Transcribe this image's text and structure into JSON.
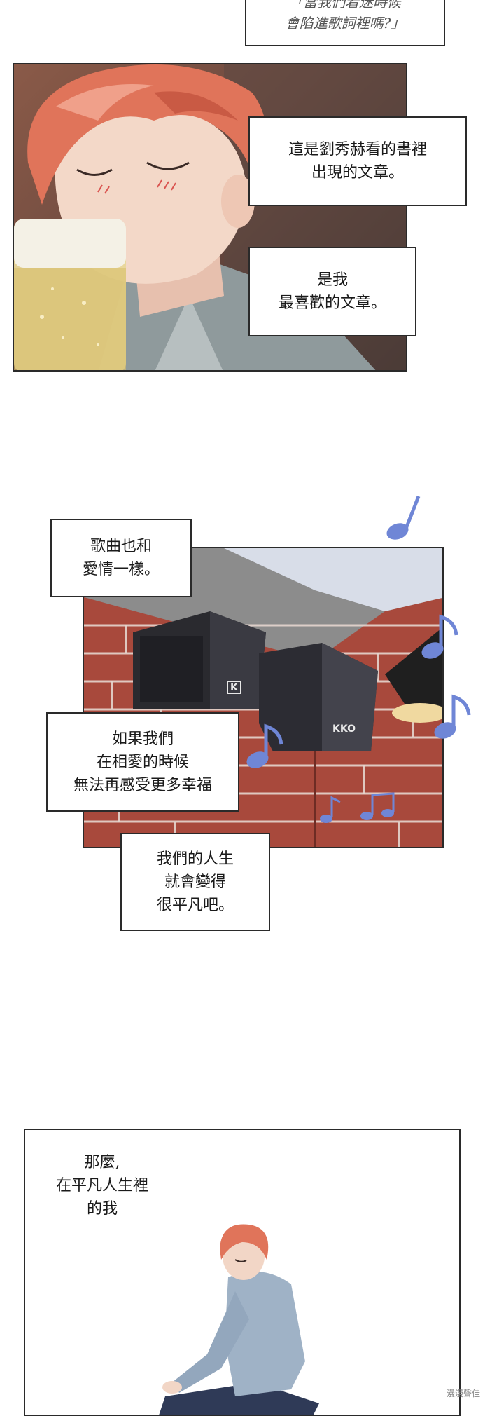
{
  "captions": {
    "top_partial": "「當我們着迷時候\n會陷進歌詞裡嗎?」",
    "panel1_box1": "這是劉秀赫看的書裡\n出現的文章。",
    "panel1_box2": "是我\n最喜歡的文章。",
    "panel2_box1": "歌曲也和\n愛情一樣。",
    "panel2_box2": "如果我們\n在相愛的時候\n無法再感受更多幸福",
    "panel2_box3": "我們的人生\n就會變得\n很平凡吧。",
    "panel3_box1": "那麼,\n在平凡人生裡\n的我"
  },
  "speaker_brand_labels": [
    "K",
    "KKO"
  ],
  "watermark": "漫漫聲佳",
  "colors": {
    "hair": "#e0745a",
    "skin": "#f2d6c6",
    "shirt": "#9fb2c6",
    "brick": "#a8493c",
    "note": "#6f86d6"
  }
}
